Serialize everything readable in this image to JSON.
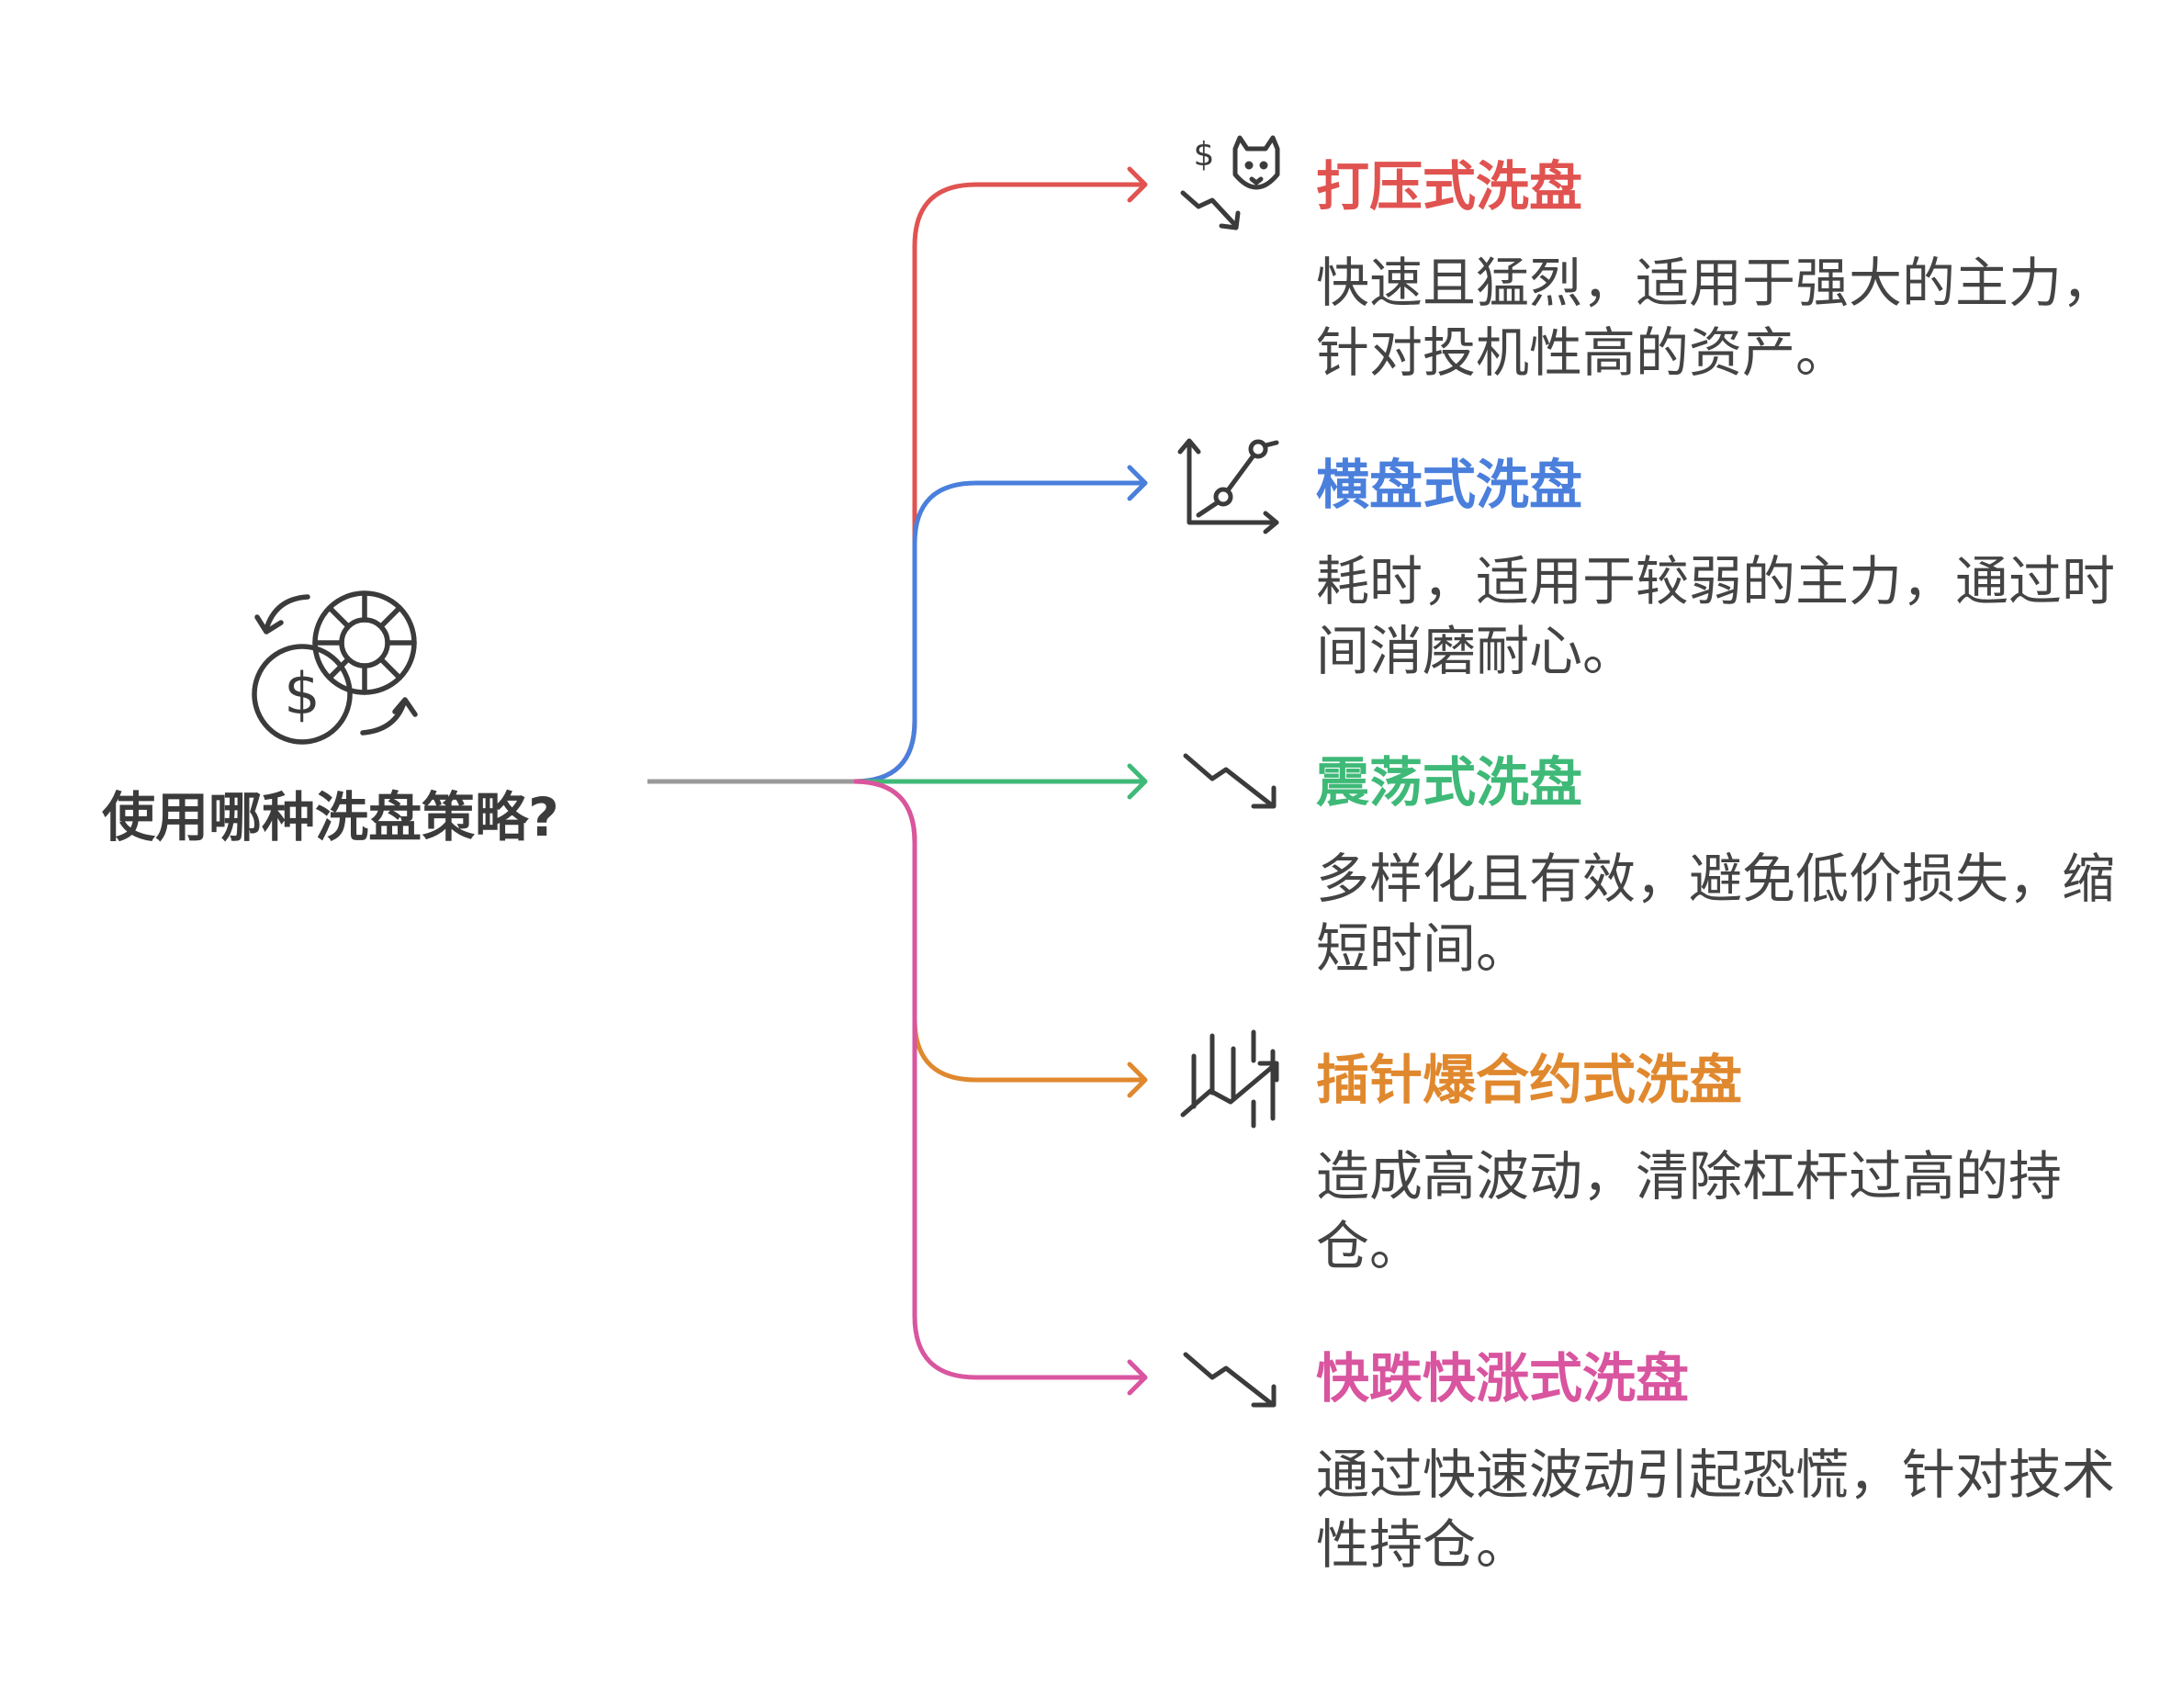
{
  "question": "使用哪种洗盘策略?",
  "options": [
    {
      "title": "打压式洗盘",
      "description": "快速且猛烈，适用于强大的主力，针对投机性高的资产。",
      "icon": "bear-market-dollar-icon",
      "color": "#e05350"
    },
    {
      "title": "横盘式洗盘",
      "description": "耗时，适用于较弱的主力，通过时间消磨耐心。",
      "icon": "line-chart-icon",
      "color": "#4a7fdc"
    },
    {
      "title": "震荡式洗盘",
      "description": "多样化且有效，避免低价损失，缩短时间。",
      "icon": "trend-down-icon",
      "color": "#3fb978"
    },
    {
      "title": "插针爆合约式洗盘",
      "description": "造成高波动，清除杠杆过高的持仓。",
      "icon": "volatility-chart-icon",
      "color": "#e0882e"
    },
    {
      "title": "快跌快涨式洗盘",
      "description": "通过快速波动引起恐慌，针对技术性持仓。",
      "icon": "trend-down-icon",
      "color": "#d9559f"
    }
  ],
  "colors": {
    "stem": "#999999",
    "icon": "#3b3b3b",
    "text": "#444444"
  }
}
